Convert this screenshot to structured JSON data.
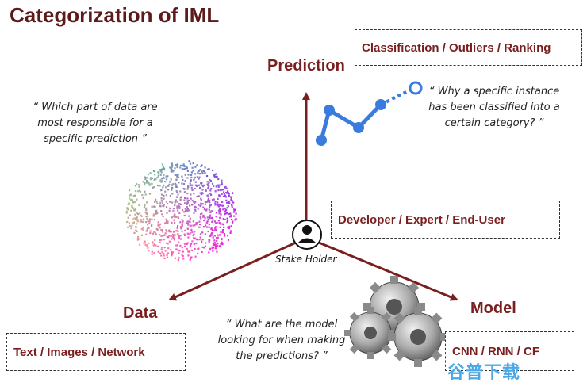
{
  "title": "Categorization of IML",
  "axes": {
    "prediction": "Prediction",
    "data": "Data",
    "model": "Model"
  },
  "boxes": {
    "prediction_tasks": "Classification / Outliers / Ranking",
    "stakeholders": "Developer / Expert / End-User",
    "data_types": "Text / Images / Network",
    "model_types": "CNN / RNN / CF"
  },
  "quotes": {
    "data": [
      "“ Which part of data are",
      "most responsible for a",
      "specific prediction ”"
    ],
    "prediction": [
      "“ Why a specific instance",
      "has been classified into a",
      "certain category? ”"
    ],
    "model": [
      "“ What are the model",
      "looking for when making",
      "the predictions? ”"
    ]
  },
  "center_label": "Stake Holder",
  "watermark": "谷普下载",
  "colors": {
    "arrow": "#7a1f1f",
    "title": "#5c1a1a",
    "line_chart": "#3a7be0"
  },
  "icons": {
    "stakeholder": "person-icon",
    "chart": "line-chart-icon",
    "gears": "gears-icon",
    "scatter": "point-cloud-icon"
  }
}
